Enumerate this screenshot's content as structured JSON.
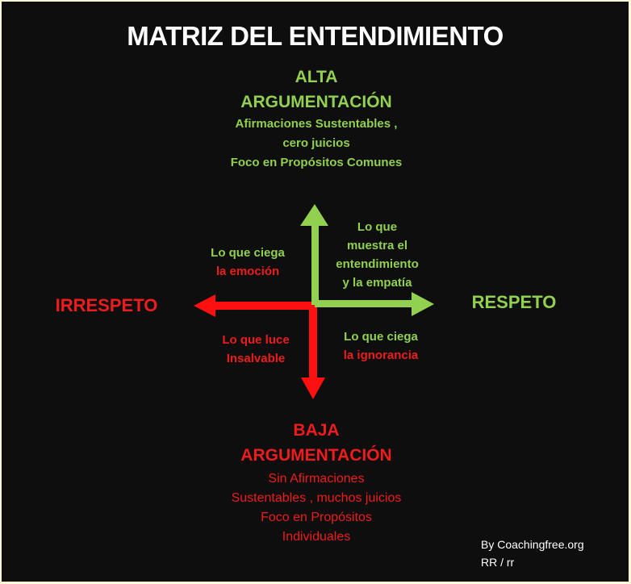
{
  "title": "MATRIZ DEL ENTENDIMIENTO",
  "colors": {
    "background": "#0e0e0e",
    "border": "#fffbd8",
    "positive": "#92d050",
    "negative": "#ee1c1c",
    "title": "#ffffff"
  },
  "top": {
    "heading_line1": "ALTA",
    "heading_line2": "ARGUMENTACIÓN",
    "desc_line1": "Afirmaciones Sustentables ,",
    "desc_line2": "cero juicios",
    "desc_line3": "Foco  en Propósitos Comunes"
  },
  "bottom": {
    "heading_line1": "BAJA",
    "heading_line2": "ARGUMENTACIÓN",
    "desc_line1": "Sin Afirmaciones",
    "desc_line2": "Sustentables , muchos juicios",
    "desc_line3": "Foco  en Propósitos",
    "desc_line4": "Individuales"
  },
  "axes": {
    "left": "IRRESPETO",
    "right": "RESPETO"
  },
  "quadrants": {
    "top_left": {
      "line1": "Lo que ciega",
      "line2": "la emoción"
    },
    "top_right": {
      "line1": "Lo que",
      "line2": "muestra el",
      "line3": "entendimiento",
      "line4": "y la empatía"
    },
    "bottom_left": {
      "line1": "Lo que luce",
      "line2": "Insalvable"
    },
    "bottom_right": {
      "line1": "Lo que ciega",
      "line2": "la ignorancia"
    }
  },
  "credit": {
    "line1": "By Coachingfree.org",
    "line2": "RR / rr"
  }
}
